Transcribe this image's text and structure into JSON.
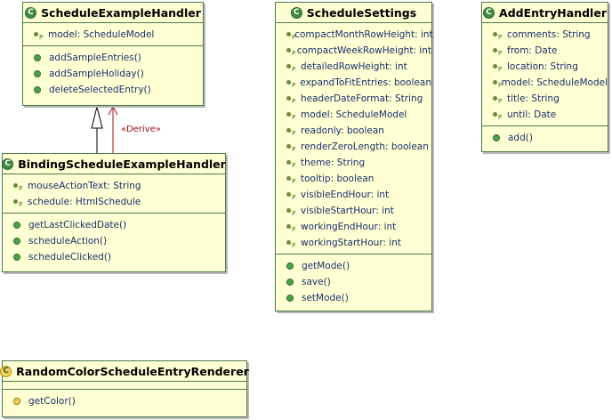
{
  "classes": {
    "schedule_example_handler": {
      "name": "ScheduleExampleHandler",
      "attributes": [
        "model: ScheduleModel"
      ],
      "methods": [
        "addSampleEntries()",
        "addSampleHoliday()",
        "deleteSelectedEntry()"
      ]
    },
    "binding_schedule_example_handler": {
      "name": "BindingScheduleExampleHandler",
      "attributes": [
        "mouseActionText: String",
        "schedule: HtmlSchedule"
      ],
      "methods": [
        "getLastClickedDate()",
        "scheduleAction()",
        "scheduleClicked()"
      ]
    },
    "schedule_settings": {
      "name": "ScheduleSettings",
      "attributes": [
        "compactMonthRowHeight: int",
        "compactWeekRowHeight: int",
        "detailedRowHeight: int",
        "expandToFitEntries: boolean",
        "headerDateFormat: String",
        "model: ScheduleModel",
        "readonly: boolean",
        "renderZeroLength: boolean",
        "theme: String",
        "tooltip: boolean",
        "visibleEndHour: int",
        "visibleStartHour: int",
        "workingEndHour: int",
        "workingStartHour: int"
      ],
      "methods": [
        "getMode()",
        "save()",
        "setMode()"
      ]
    },
    "add_entry_handler": {
      "name": "AddEntryHandler",
      "attributes": [
        "comments: String",
        "from: Date",
        "location: String",
        "model: ScheduleModel",
        "title: String",
        "until: Date"
      ],
      "methods": [
        "add()"
      ]
    },
    "random_color_renderer": {
      "name": "RandomColorScheduleEntryRenderer",
      "attributes": [],
      "methods": [
        "getColor()"
      ]
    }
  },
  "relations": {
    "derive_label": "«Derive»"
  }
}
